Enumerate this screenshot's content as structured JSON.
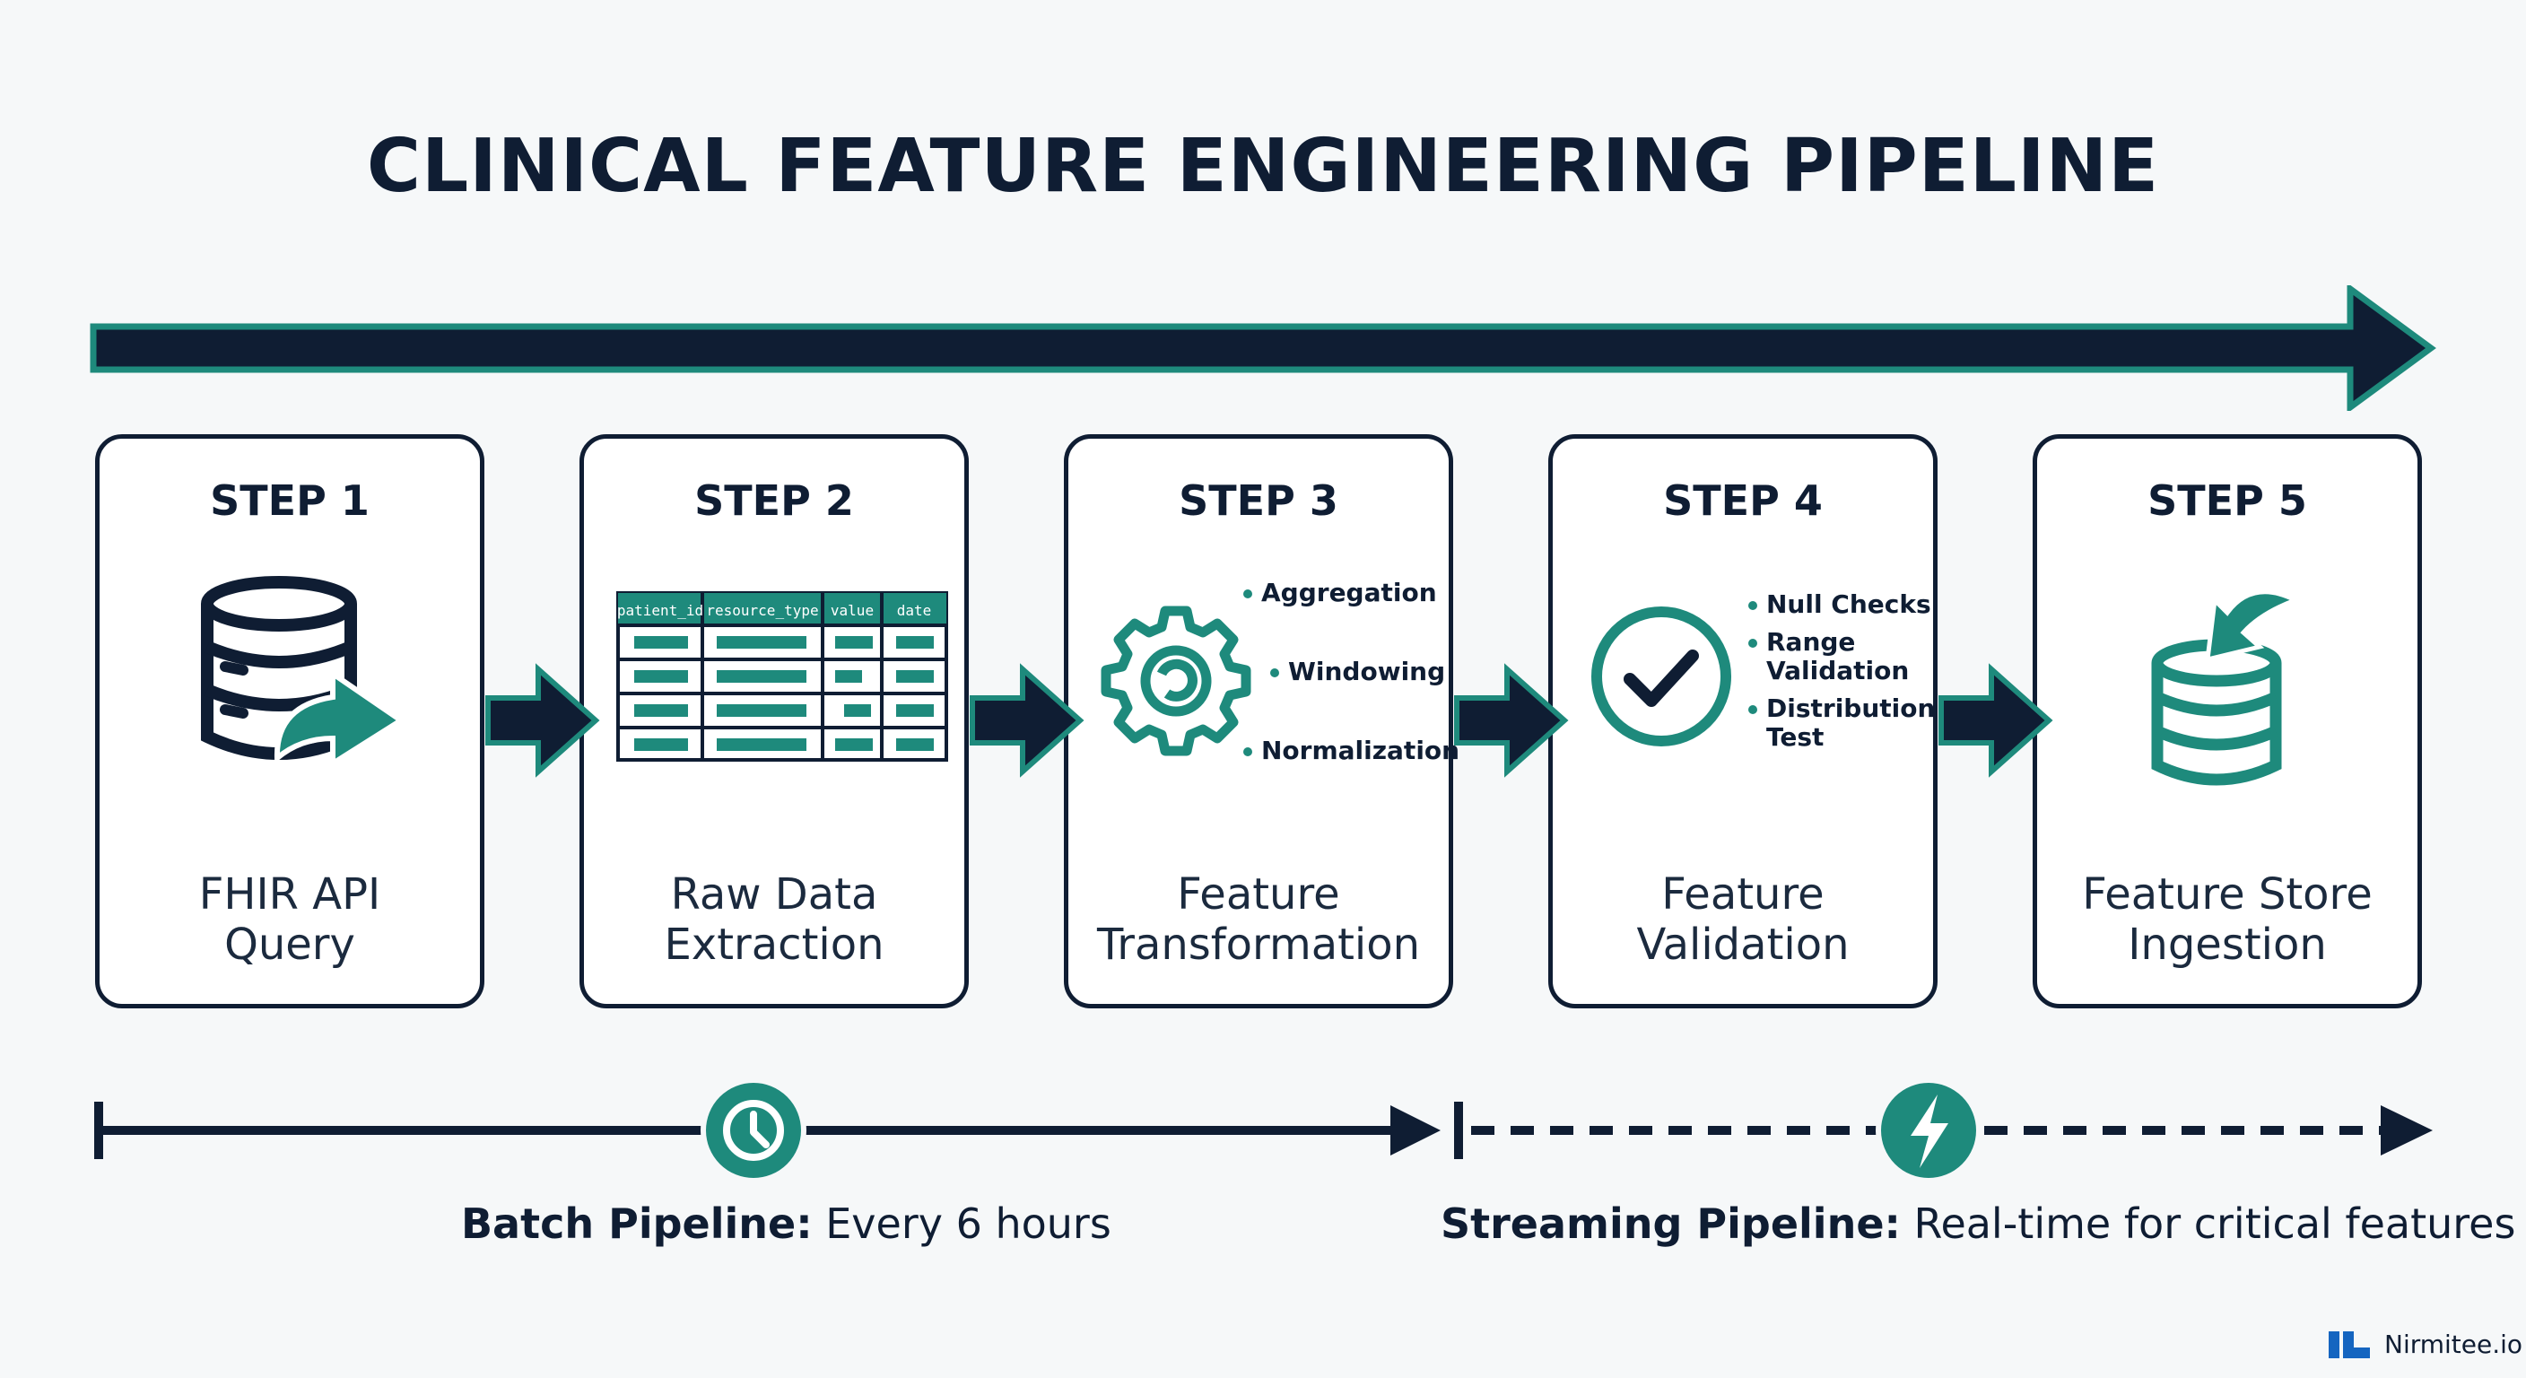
{
  "title": "CLINICAL FEATURE ENGINEERING PIPELINE",
  "colors": {
    "navy": "#0f1d33",
    "teal": "#1e8a7c",
    "background": "#f6f8f9"
  },
  "steps": [
    {
      "label": "STEP 1",
      "name_lines": [
        "FHIR API",
        "Query"
      ],
      "icon": "database-export-icon"
    },
    {
      "label": "STEP 2",
      "name_lines": [
        "Raw Data",
        "Extraction"
      ],
      "icon": "data-table-icon",
      "table_headers": [
        "patient_id",
        "resource_type",
        "value",
        "date"
      ]
    },
    {
      "label": "STEP 3",
      "name_lines": [
        "Feature",
        "Transformation"
      ],
      "icon": "gear-icon",
      "bullets": [
        "Aggregation",
        "Windowing",
        "Normalization"
      ]
    },
    {
      "label": "STEP 4",
      "name_lines": [
        "Feature",
        "Validation"
      ],
      "icon": "checkmark-circle-icon",
      "bullets": [
        "Null Checks",
        "Range",
        "Validation",
        "Distribution",
        "Test"
      ]
    },
    {
      "label": "STEP 5",
      "name_lines": [
        "Feature Store",
        "Ingestion"
      ],
      "icon": "database-import-icon"
    }
  ],
  "pipelines": {
    "batch": {
      "bold": "Batch Pipeline:",
      "rest": " Every 6 hours",
      "icon": "clock-icon"
    },
    "streaming": {
      "bold": "Streaming Pipeline:",
      "rest": " Real-time for critical features",
      "icon": "lightning-icon"
    }
  },
  "brand": {
    "name": "Nirmitee.io",
    "icon": "nirmitee-logo-icon"
  }
}
